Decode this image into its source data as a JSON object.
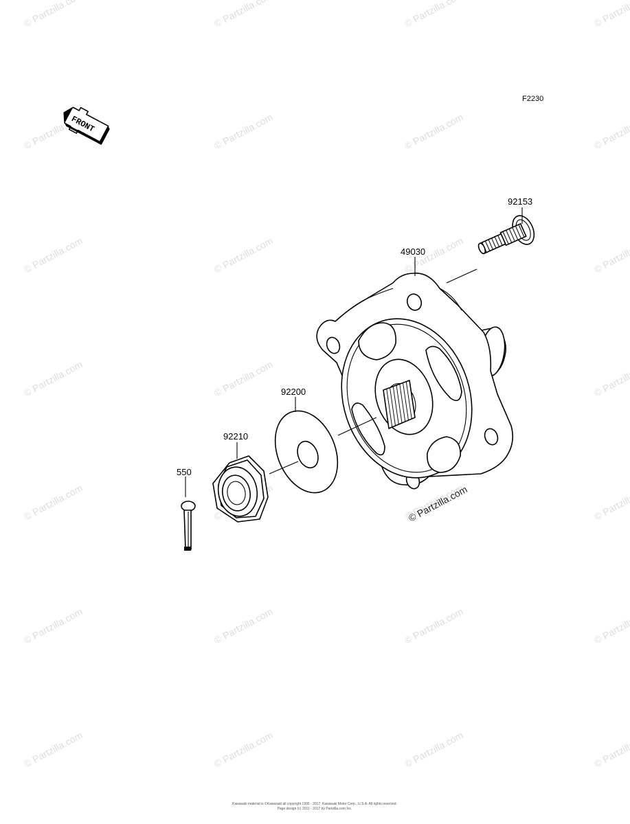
{
  "diagram_code": "F2230",
  "front_label": "FRONT",
  "parts": [
    {
      "id": "92153",
      "label": "92153"
    },
    {
      "id": "49030",
      "label": "49030"
    },
    {
      "id": "92200",
      "label": "92200"
    },
    {
      "id": "92210",
      "label": "92210"
    },
    {
      "id": "550",
      "label": "550"
    }
  ],
  "watermark": {
    "text": "© Partzilla.com",
    "prominent_text": "© Partzilla.com"
  },
  "copyright": {
    "line1": "Kawasaki material is ©Kawasaki all copyright 1995 - 2017, Kawasaki Motor Corp., U.S.A. All rights reserved.",
    "line2": "Page design (c) 2011 - 2017 by Partzilla.com Inc."
  }
}
